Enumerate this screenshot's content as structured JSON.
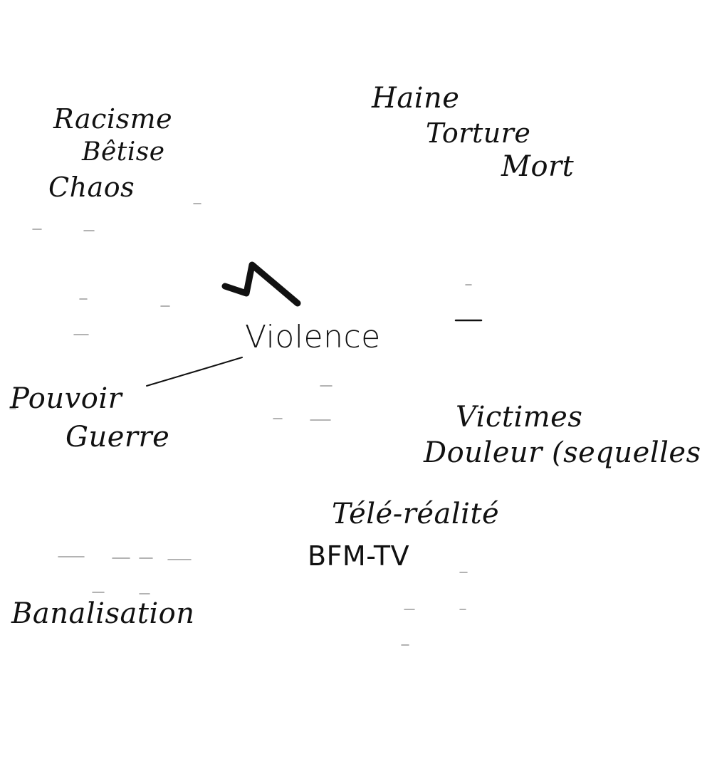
{
  "words": {
    "racisme": "Racisme",
    "betise": "Bêtise",
    "chaos": "Chaos",
    "haine": "Haine",
    "torture": "Torture",
    "mort": "Mort",
    "violence": "Violence",
    "pouvoir": "Pouvoir",
    "guerre": "Guerre",
    "victimes": "Victimes",
    "douleur": "Douleur (sequelles",
    "tele_realite": "Télé-réalité",
    "bfmtv": "BFM-TV",
    "banalisation": "Banalisation"
  },
  "colors": {
    "ink": "#111111",
    "paper": "#ffffff"
  }
}
